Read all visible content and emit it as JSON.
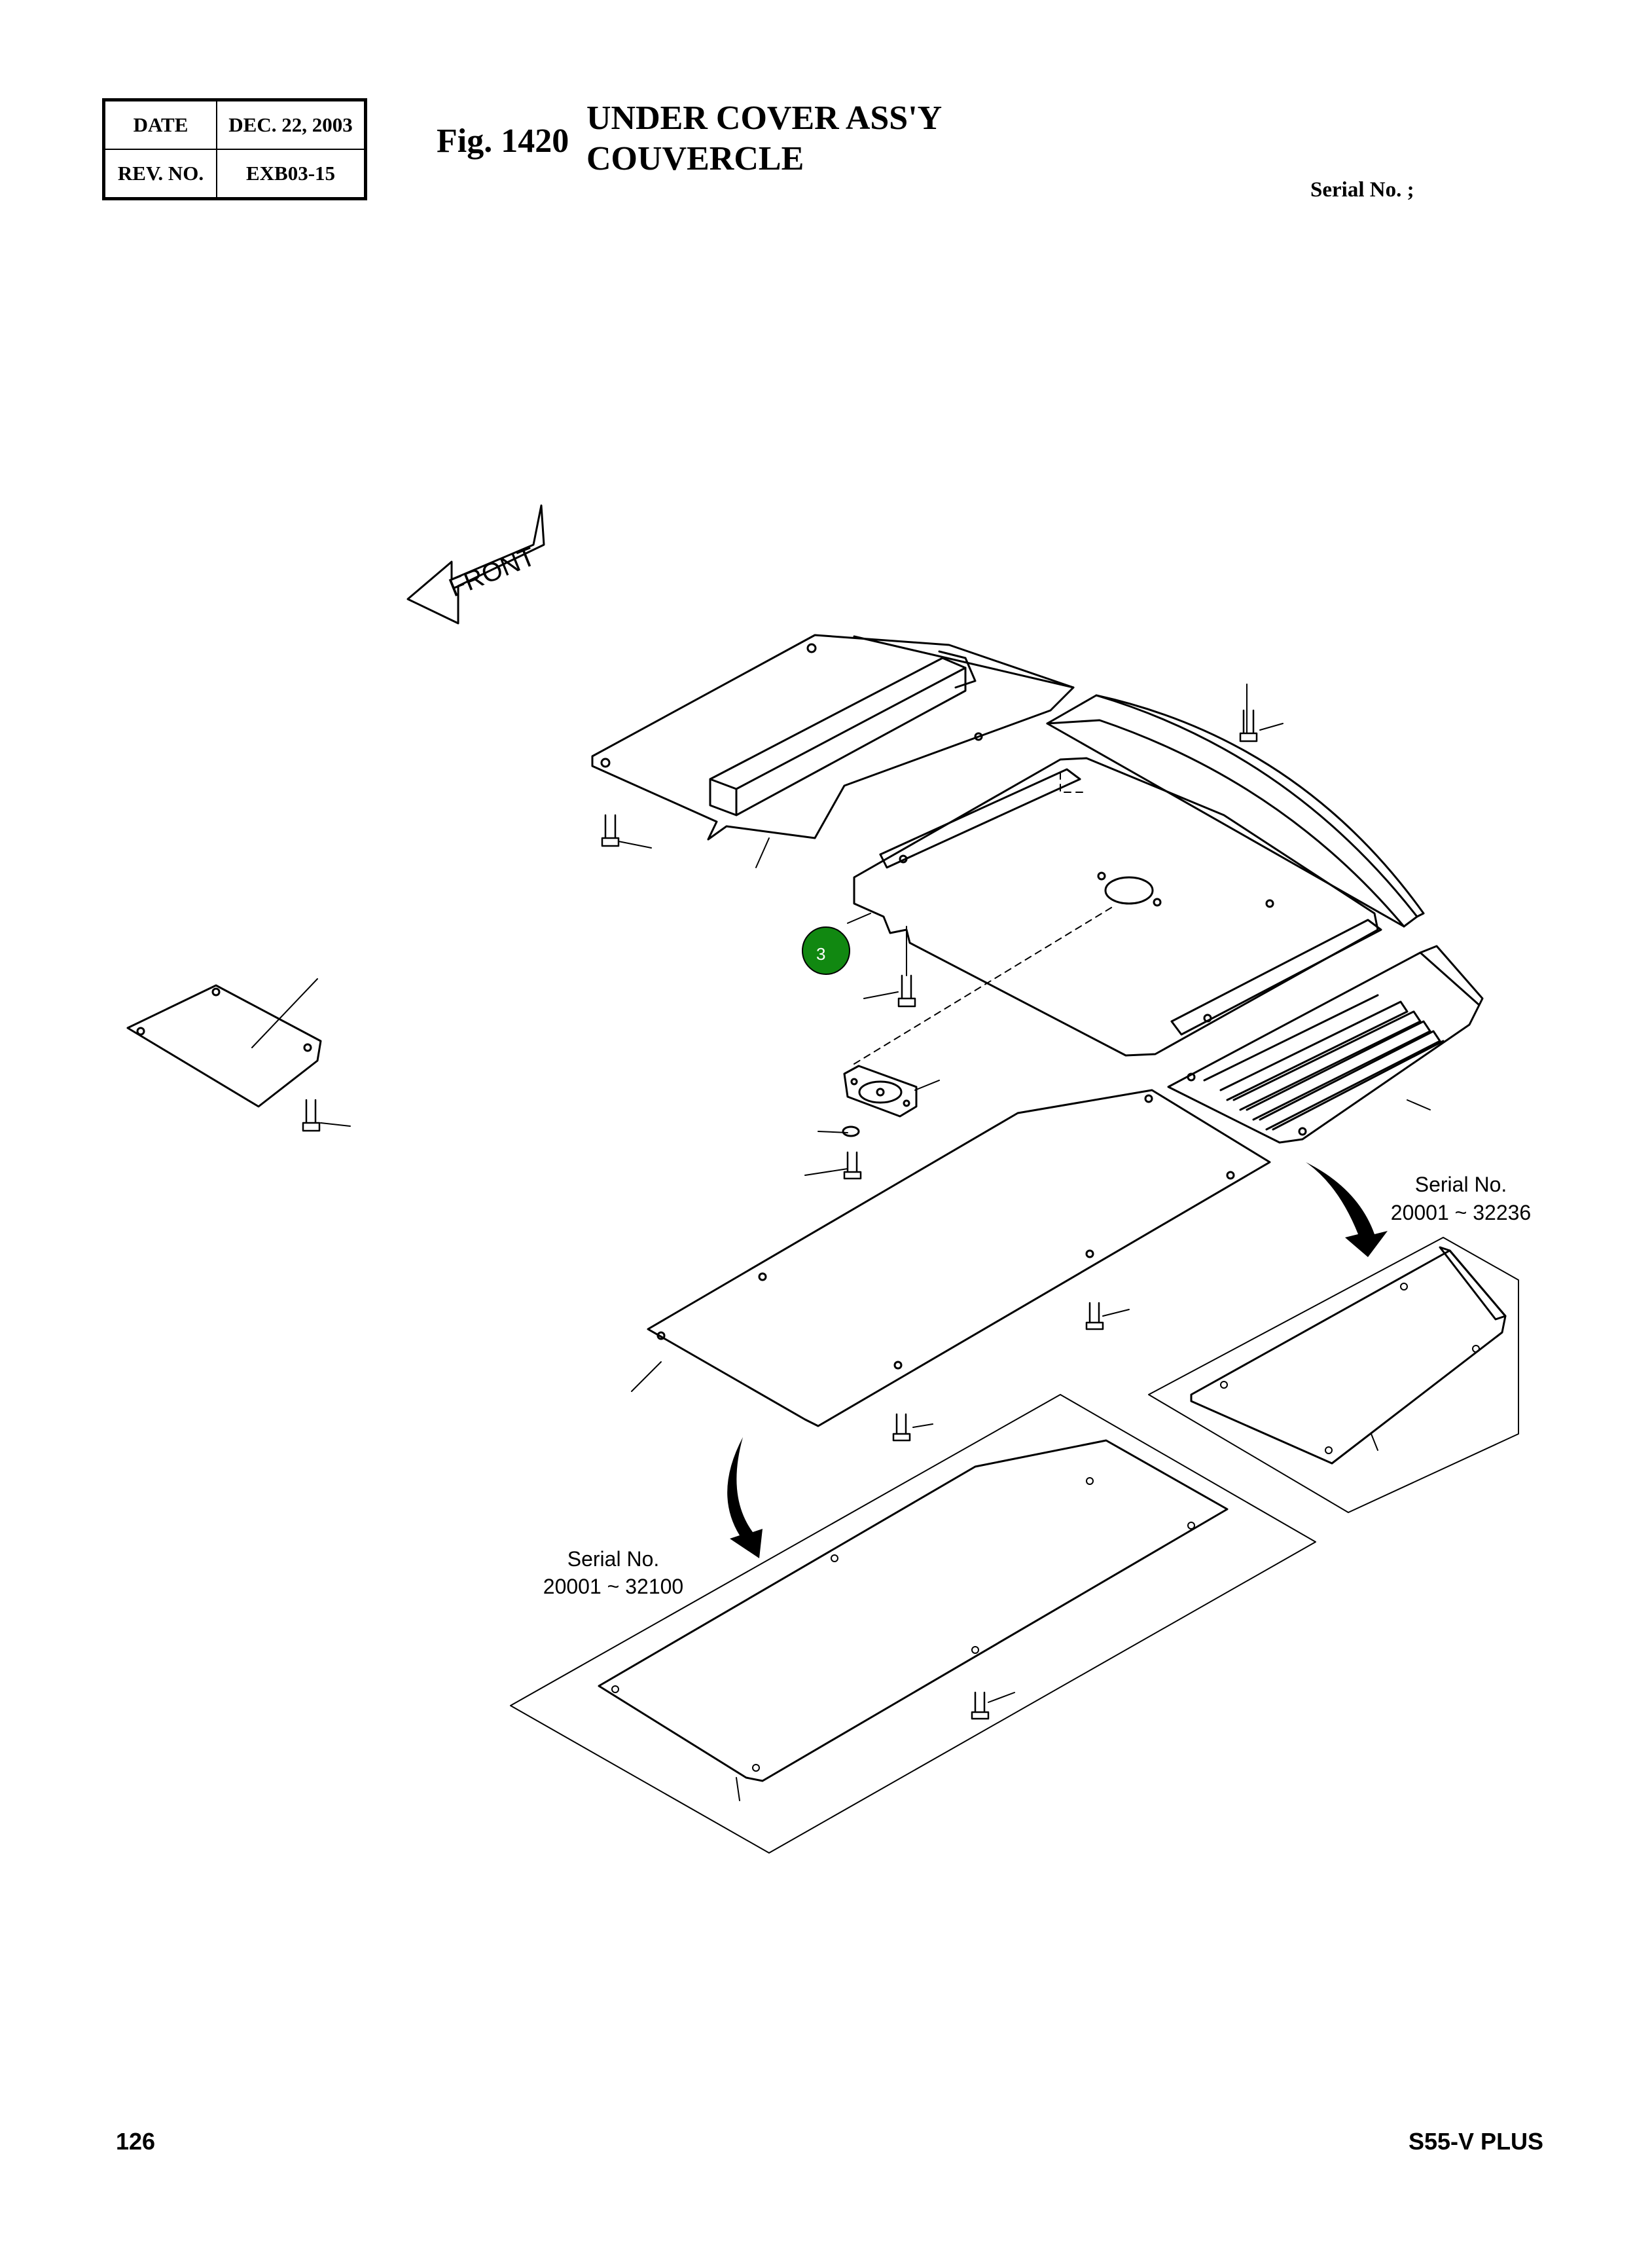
{
  "header": {
    "date_label": "DATE",
    "date_value": "DEC. 22, 2003",
    "rev_label": "REV. NO.",
    "rev_value": "EXB03-15",
    "fig_number": "Fig. 1420",
    "title_line1": "UNDER COVER ASS'Y",
    "title_line2": "COUVERCLE",
    "serial_label": "Serial No. ;"
  },
  "diagram": {
    "front_label": "FRONT",
    "callout_number": "3",
    "callout_color": "#118811",
    "variant_a": {
      "line1": "Serial No.",
      "line2": "20001 ~ 32236"
    },
    "variant_b": {
      "line1": "Serial No.",
      "line2": "20001 ~ 32100"
    }
  },
  "footer": {
    "page_number": "126",
    "model": "S55-V PLUS"
  }
}
